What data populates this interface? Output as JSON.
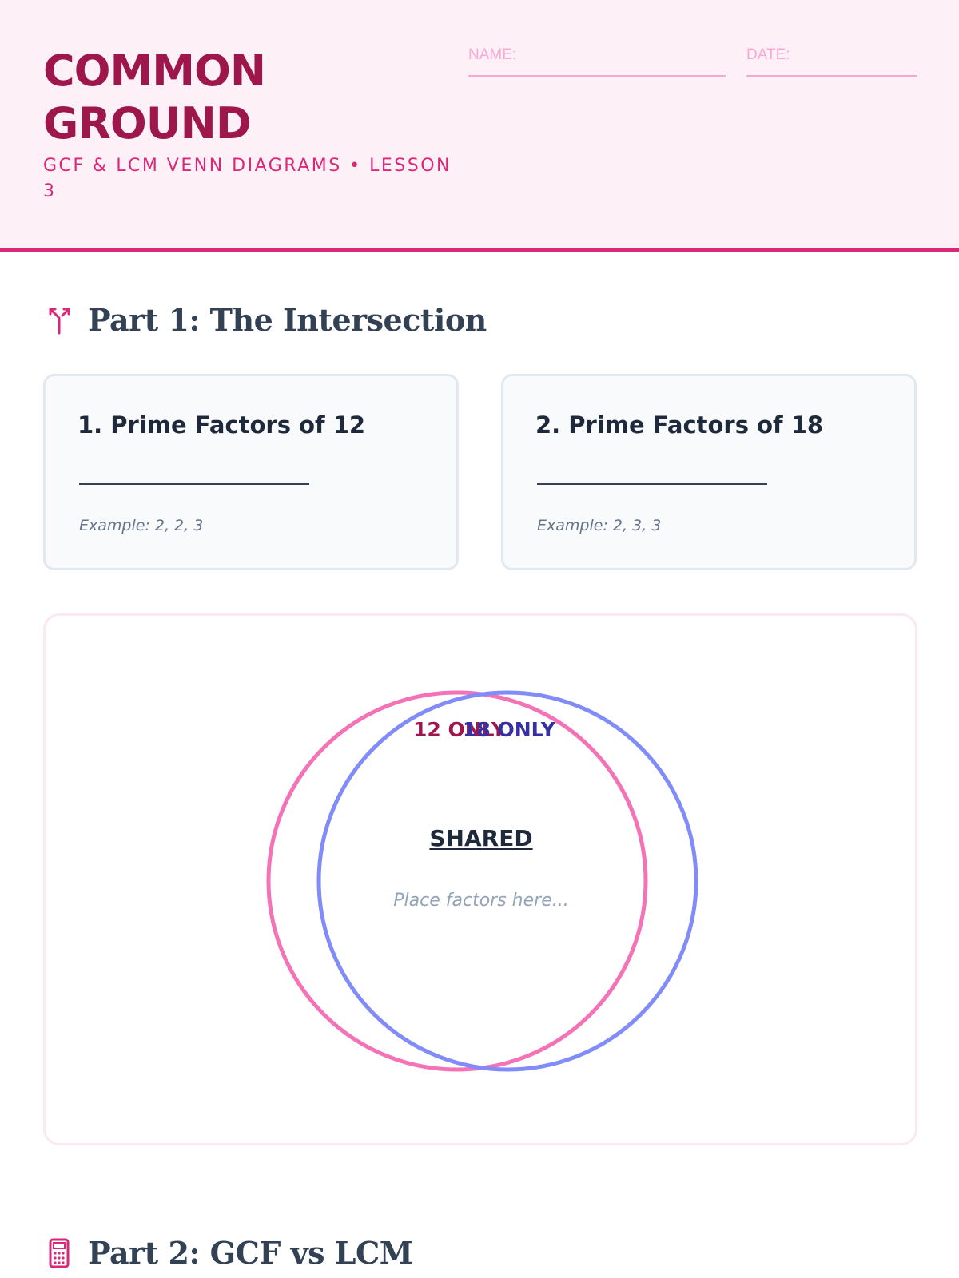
{
  "header": {
    "title_line1": "COMMON",
    "title_line2": "GROUND",
    "subtitle": "GCF & LCM VENN DIAGRAMS • LESSON 3",
    "name_label": "NAME:",
    "date_label": "DATE:"
  },
  "part1": {
    "icon": "split-arrows-icon",
    "title": "Part 1: The Intersection",
    "cards": [
      {
        "title": "1. Prime Factors of 12",
        "blank": "______________________",
        "example": "Example: 2, 2, 3"
      },
      {
        "title": "2. Prime Factors of 18",
        "blank": "______________________",
        "example": "Example: 2, 3, 3"
      }
    ],
    "venn": {
      "left_label": "12 ONLY",
      "right_label": "18 ONLY",
      "shared_label": "SHARED",
      "placeholder": "Place factors here...",
      "left_color": "#f472b6",
      "right_color": "#818cf8"
    }
  },
  "part2": {
    "icon": "calculator-icon",
    "title": "Part 2: GCF vs LCM"
  },
  "colors": {
    "accent": "#db2777",
    "title": "#9d174d",
    "header_bg": "#fdf0f6"
  }
}
